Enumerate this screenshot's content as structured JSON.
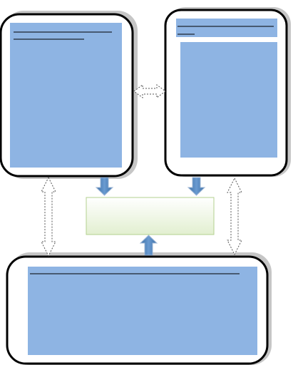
{
  "diagram": {
    "panels": [
      {
        "id": "top-left",
        "content": "placeholder-lines"
      },
      {
        "id": "top-right",
        "content": "placeholder-lines"
      },
      {
        "id": "bottom",
        "content": "placeholder-lines"
      }
    ],
    "connectors": [
      {
        "from": "top-left",
        "to": "top-right",
        "style": "dashed",
        "direction": "bidirectional"
      },
      {
        "from": "top-left",
        "to": "bottom",
        "style": "dashed",
        "direction": "bidirectional"
      },
      {
        "from": "top-right",
        "to": "bottom",
        "style": "dashed",
        "direction": "bidirectional"
      },
      {
        "from": "top-left",
        "to": "center-box",
        "style": "solid-blue",
        "direction": "down"
      },
      {
        "from": "top-right",
        "to": "center-box",
        "style": "solid-blue",
        "direction": "down"
      },
      {
        "from": "bottom",
        "to": "center-box",
        "style": "solid-blue",
        "direction": "up"
      }
    ],
    "center_box": {
      "fill": "gradient-green"
    }
  },
  "colors": {
    "panel_fill": "#8eb4e3",
    "panel_border": "#000000",
    "shadow": "#bfbfbf",
    "arrow_blue": "#4f81bd",
    "center_box_top": "#ffffff",
    "center_box_bottom": "#e2efd0",
    "center_box_border": "#b3d18f"
  }
}
